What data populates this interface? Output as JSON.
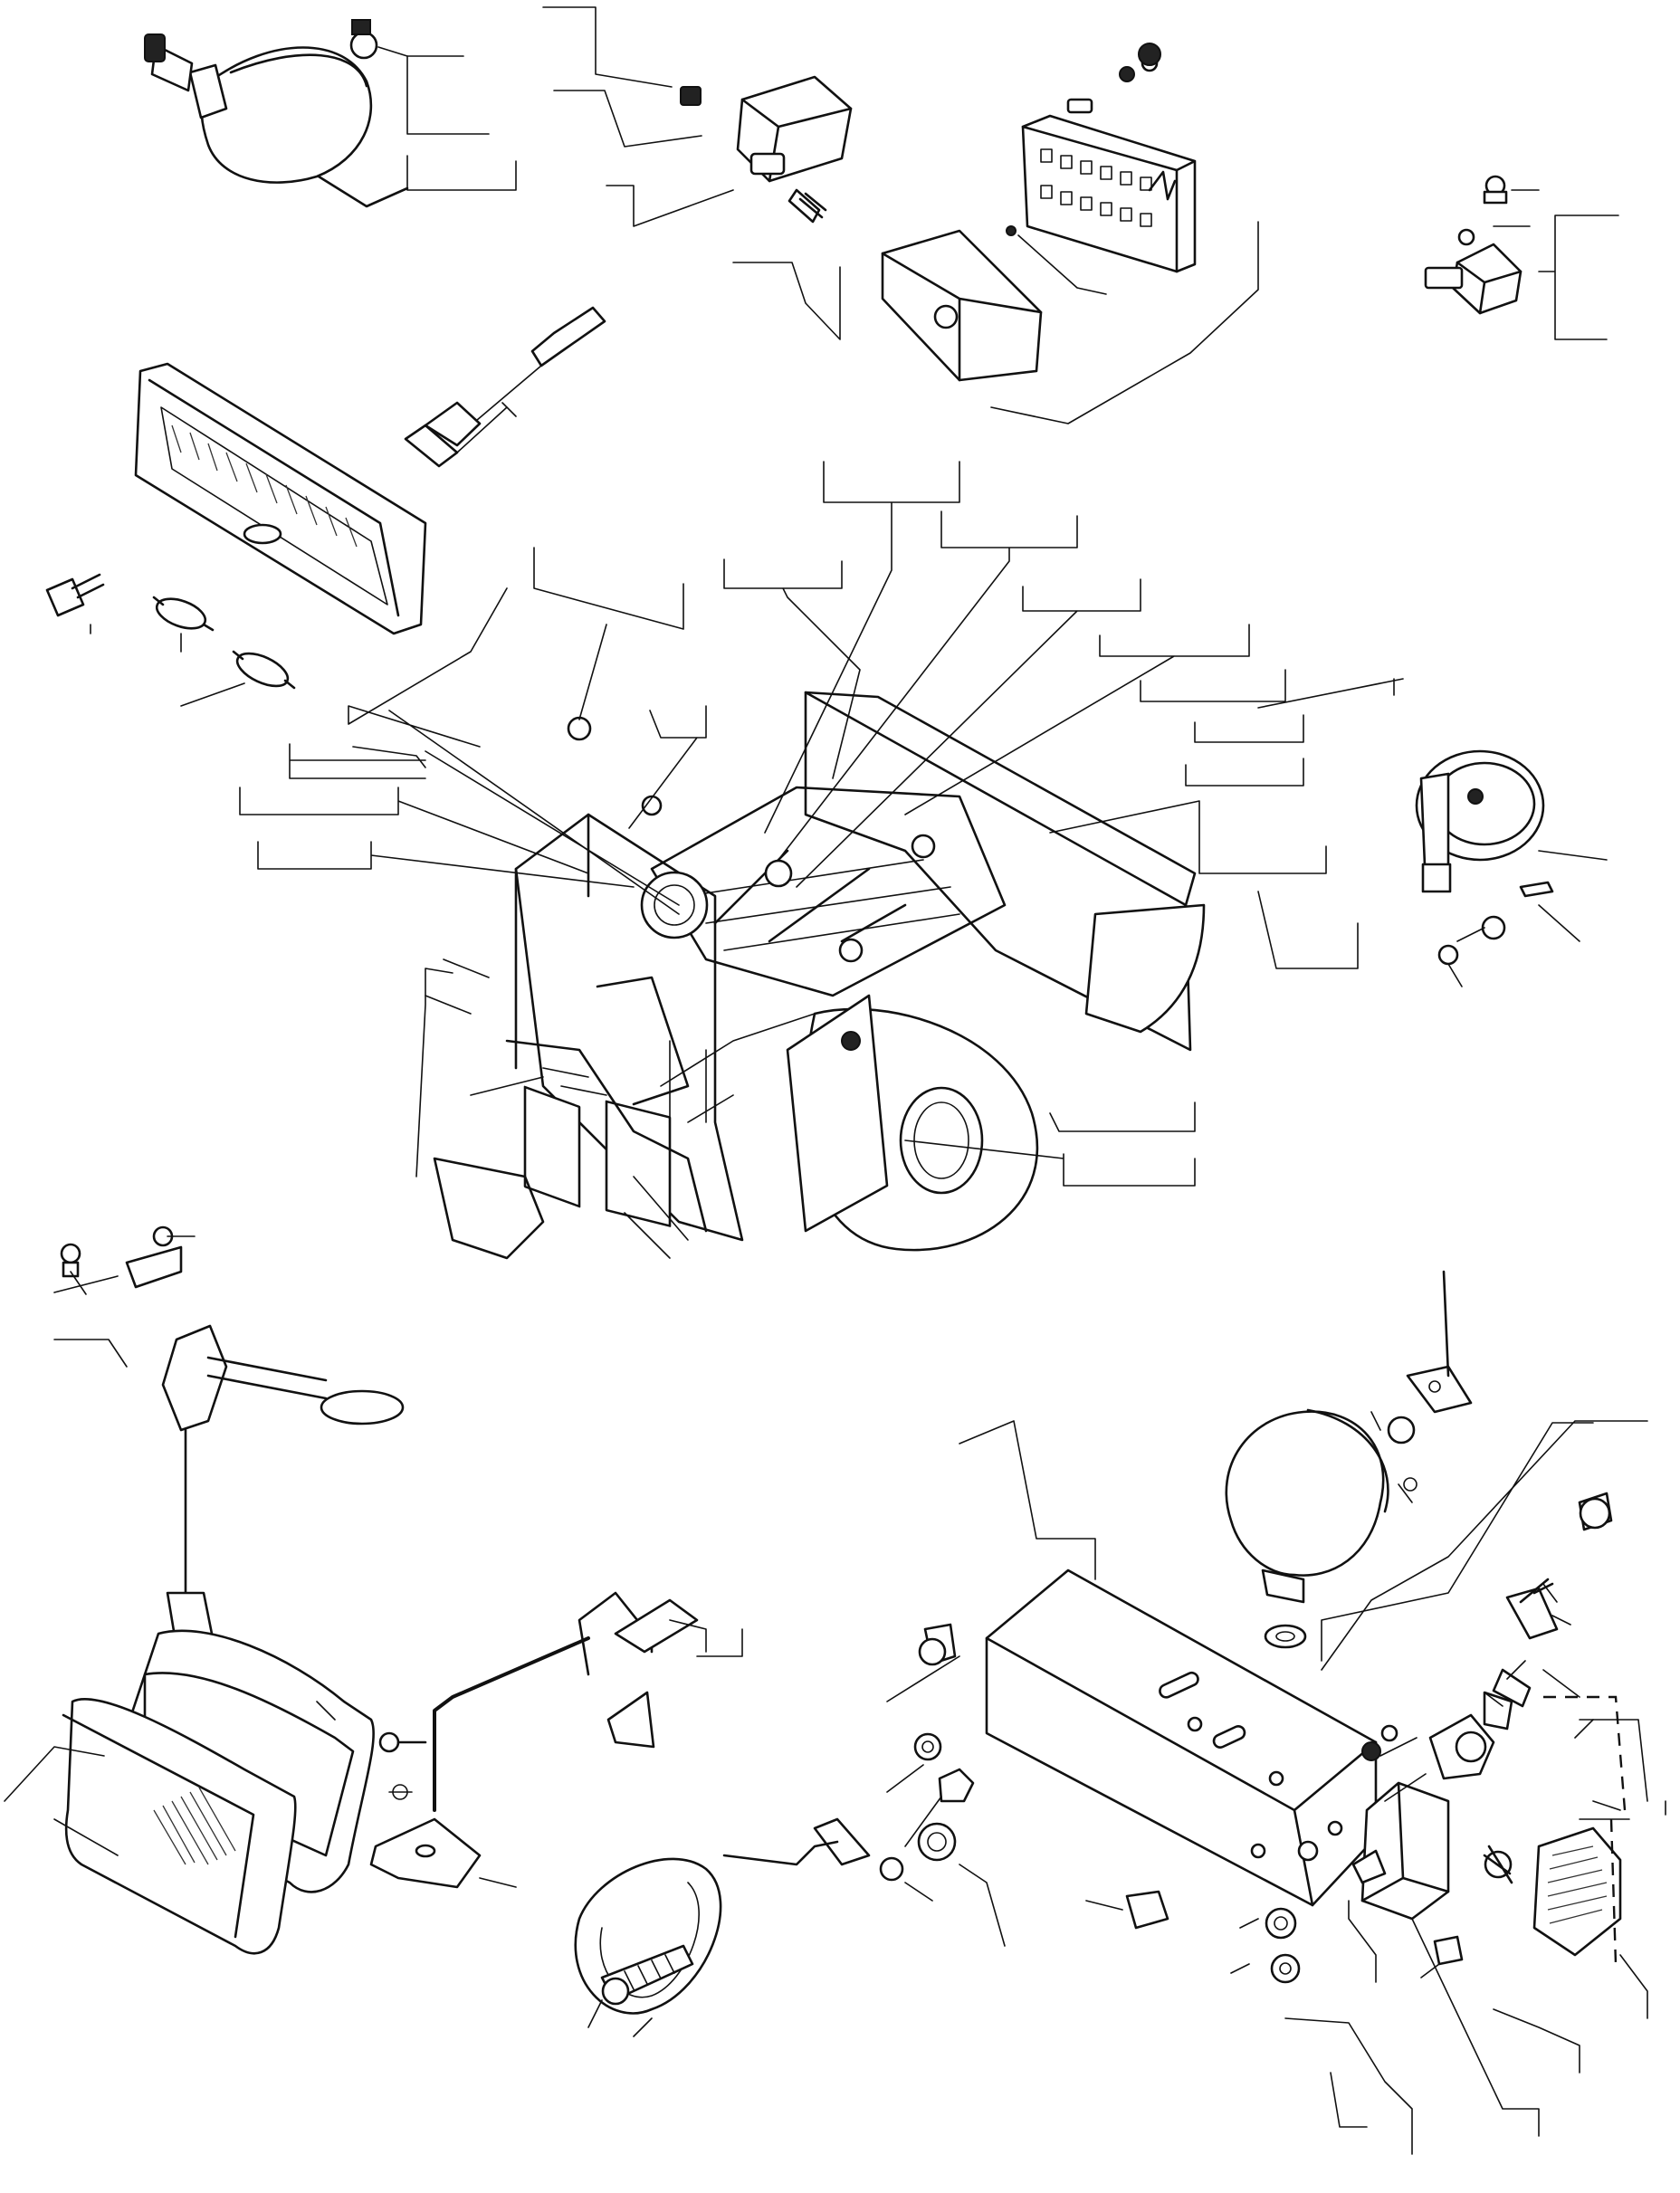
{
  "diagram": {
    "title": "",
    "parts": [
      {
        "id": "head-lamp-rear"
      },
      {
        "id": "bulb-small-1"
      },
      {
        "id": "flasher-relay"
      },
      {
        "id": "fuse-block"
      },
      {
        "id": "fuse-box-cover"
      },
      {
        "id": "small-relay"
      },
      {
        "id": "wire-connector"
      },
      {
        "id": "combination-lamp"
      },
      {
        "id": "lamp-screw"
      },
      {
        "id": "lamp-bulbs"
      },
      {
        "id": "machine-body"
      },
      {
        "id": "horn"
      },
      {
        "id": "turn-signal-switch"
      },
      {
        "id": "work-lamp-lens"
      },
      {
        "id": "mirror-stay"
      },
      {
        "id": "wire-clip"
      },
      {
        "id": "rear-view-mirror"
      },
      {
        "id": "lamp-bracket-box"
      },
      {
        "id": "front-lamp"
      },
      {
        "id": "buzzer"
      },
      {
        "id": "bolt"
      },
      {
        "id": "switch-box"
      }
    ]
  }
}
